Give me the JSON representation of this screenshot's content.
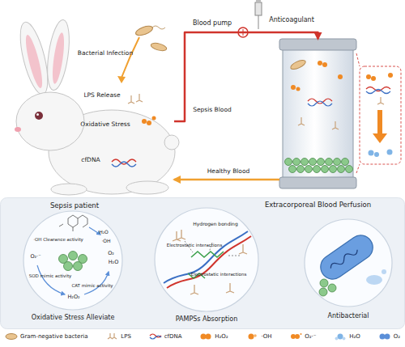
{
  "diagram": {
    "nodes": [
      {
        "text": [
          "Bacterial Infection",
          "LPS Release",
          "Oxidative Stress",
          "cfDNA"
        ]
      },
      {
        "text": [
          "Extracorporeal Blood Perfusion"
        ]
      },
      {
        "text": [
          "Sepsis patient"
        ]
      },
      {
        "text": [
          "Oxidative Stress Alleviate"
        ],
        "in": 2
      },
      {
        "text": [
          "PAMPSs Absorption"
        ],
        "in": 2
      },
      {
        "text": [
          "Antibacterial"
        ],
        "in": 2
      }
    ],
    "edges": [
      {
        "from": 0,
        "to": 1,
        "label": "Sepsis Blood",
        "arrow": "to"
      },
      {
        "from": 1,
        "to": 0,
        "label": "Healthy Blood",
        "arrow": "to"
      }
    ],
    "labels": [
      "Blood pump",
      "Anticoagulant",
      "·OH Clearance activity",
      "H₂O",
      "·OH",
      "O₂·⁻",
      "SOD mimic activity",
      "H₂O₂",
      "CAT mimic activity",
      "O₂",
      "H₂O",
      "Hydrogen bonding",
      "Electrostatic interactions",
      "Electrostatic interactions"
    ],
    "legend": [
      {
        "text": "Gram-negative bacteria"
      },
      {
        "text": "LPS"
      },
      {
        "text": "cfDNA"
      },
      {
        "text": "H₂O₂"
      },
      {
        "text": "·OH"
      },
      {
        "text": "O₂·⁻"
      },
      {
        "text": "H₂O"
      },
      {
        "text": "O₂"
      }
    ]
  }
}
